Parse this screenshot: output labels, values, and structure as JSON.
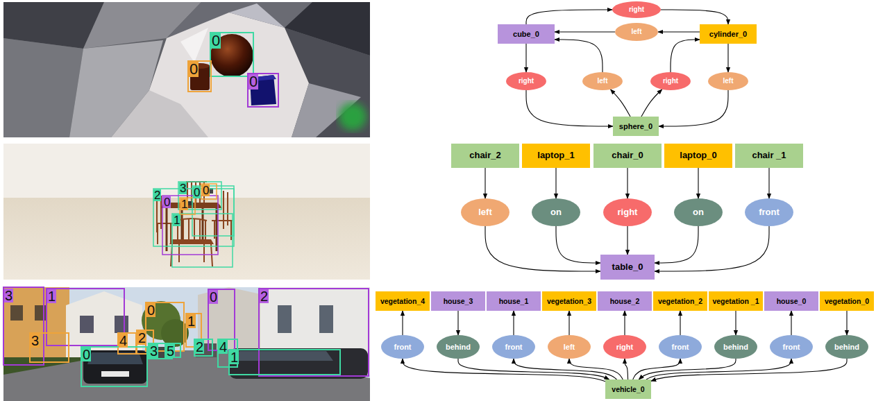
{
  "diagram": {
    "nodes": [
      {
        "text": [
          "right"
        ]
      },
      {
        "text": [
          "cube_0"
        ]
      },
      {
        "text": [
          "left"
        ]
      },
      {
        "text": [
          "cylinder_0"
        ]
      },
      {
        "text": [
          "right"
        ]
      },
      {
        "text": [
          "left"
        ]
      },
      {
        "text": [
          "right"
        ]
      },
      {
        "text": [
          "left"
        ]
      },
      {
        "text": [
          "sphere_0"
        ]
      },
      {
        "text": [
          "chair_2"
        ]
      },
      {
        "text": [
          "laptop_1"
        ]
      },
      {
        "text": [
          "chair_0"
        ]
      },
      {
        "text": [
          "laptop_0"
        ]
      },
      {
        "text": [
          "chair _1"
        ]
      },
      {
        "text": [
          "left"
        ]
      },
      {
        "text": [
          "on"
        ]
      },
      {
        "text": [
          "right"
        ]
      },
      {
        "text": [
          "on"
        ]
      },
      {
        "text": [
          "front"
        ]
      },
      {
        "text": [
          "table_0"
        ]
      },
      {
        "text": [
          "vegetation_4"
        ]
      },
      {
        "text": [
          "house_3"
        ]
      },
      {
        "text": [
          "house_1"
        ]
      },
      {
        "text": [
          "vegetation_3"
        ]
      },
      {
        "text": [
          "house_2"
        ]
      },
      {
        "text": [
          "vegetation_2"
        ]
      },
      {
        "text": [
          "vegetation _1"
        ]
      },
      {
        "text": [
          "house_0"
        ]
      },
      {
        "text": [
          "vegetation_0"
        ]
      },
      {
        "text": [
          "front"
        ]
      },
      {
        "text": [
          "behind"
        ]
      },
      {
        "text": [
          "front"
        ]
      },
      {
        "text": [
          "left"
        ]
      },
      {
        "text": [
          "right"
        ]
      },
      {
        "text": [
          "front"
        ]
      },
      {
        "text": [
          "behind"
        ]
      },
      {
        "text": [
          "front"
        ]
      },
      {
        "text": [
          "behind"
        ]
      },
      {
        "text": [
          "vehicle_0"
        ]
      }
    ],
    "edges": [
      {
        "from": 1,
        "to": 0,
        "arrow": "to"
      },
      {
        "from": 0,
        "to": 3,
        "arrow": "to"
      },
      {
        "from": 3,
        "to": 2,
        "arrow": "to"
      },
      {
        "from": 2,
        "to": 1,
        "arrow": "to"
      },
      {
        "from": 1,
        "to": 4,
        "arrow": "to"
      },
      {
        "from": 4,
        "to": 8,
        "arrow": "to"
      },
      {
        "from": 8,
        "to": 5,
        "arrow": "to"
      },
      {
        "from": 5,
        "to": 1,
        "arrow": "to"
      },
      {
        "from": 8,
        "to": 6,
        "arrow": "to"
      },
      {
        "from": 6,
        "to": 3,
        "arrow": "to"
      },
      {
        "from": 3,
        "to": 7,
        "arrow": "to"
      },
      {
        "from": 7,
        "to": 8,
        "arrow": "to"
      },
      {
        "from": 9,
        "to": 14,
        "arrow": "to"
      },
      {
        "from": 14,
        "to": 19,
        "arrow": "to"
      },
      {
        "from": 10,
        "to": 15,
        "arrow": "to"
      },
      {
        "from": 15,
        "to": 19,
        "arrow": "to"
      },
      {
        "from": 11,
        "to": 16,
        "arrow": "to"
      },
      {
        "from": 16,
        "to": 19,
        "arrow": "to"
      },
      {
        "from": 12,
        "to": 17,
        "arrow": "to"
      },
      {
        "from": 17,
        "to": 19,
        "arrow": "to"
      },
      {
        "from": 13,
        "to": 18,
        "arrow": "to"
      },
      {
        "from": 18,
        "to": 19,
        "arrow": "to"
      },
      {
        "from": 38,
        "to": 29,
        "arrow": "to"
      },
      {
        "from": 29,
        "to": 20,
        "arrow": "to"
      },
      {
        "from": 21,
        "to": 30,
        "arrow": "to"
      },
      {
        "from": 30,
        "to": 38,
        "arrow": "to"
      },
      {
        "from": 38,
        "to": 31,
        "arrow": "to"
      },
      {
        "from": 31,
        "to": 22,
        "arrow": "to"
      },
      {
        "from": 38,
        "to": 32,
        "arrow": "to"
      },
      {
        "from": 32,
        "to": 23,
        "arrow": "to"
      },
      {
        "from": 38,
        "to": 33,
        "arrow": "to"
      },
      {
        "from": 33,
        "to": 24,
        "arrow": "to"
      },
      {
        "from": 38,
        "to": 34,
        "arrow": "to"
      },
      {
        "from": 34,
        "to": 25,
        "arrow": "to"
      },
      {
        "from": 26,
        "to": 35,
        "arrow": "to"
      },
      {
        "from": 35,
        "to": 38,
        "arrow": "to"
      },
      {
        "from": 38,
        "to": 36,
        "arrow": "to"
      },
      {
        "from": 36,
        "to": 27,
        "arrow": "to"
      },
      {
        "from": 28,
        "to": 37,
        "arrow": "to"
      },
      {
        "from": 37,
        "to": 38,
        "arrow": "to"
      }
    ],
    "labels": [
      "0",
      "0",
      "0",
      "2",
      "0",
      "3",
      "0",
      "0",
      "1",
      "1",
      "3",
      "1",
      "0",
      "2",
      "0",
      "1",
      "3",
      "4",
      "2",
      "0",
      "3",
      "5",
      "2",
      "4",
      "1"
    ]
  }
}
